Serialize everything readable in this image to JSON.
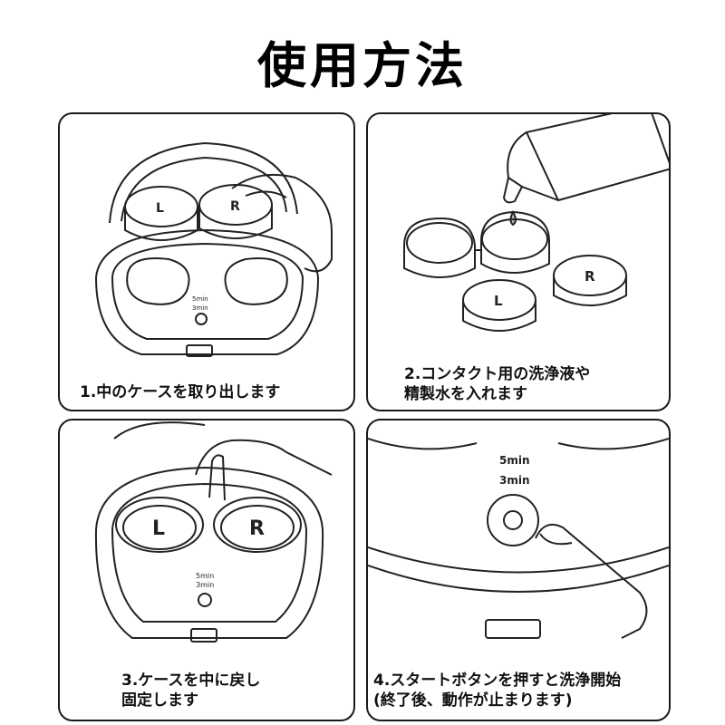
{
  "title": "使用方法",
  "steps": [
    {
      "lines": [
        "1.中のケースを取り出します"
      ]
    },
    {
      "lines": [
        "2.コンタクト用の洗浄液や",
        "精製水を入れます"
      ]
    },
    {
      "lines": [
        "3.ケースを中に戻し",
        "固定します"
      ]
    },
    {
      "lines": [
        "4.スタートボタンを押すと洗浄開始",
        "(終了後、動作が止まります)"
      ]
    }
  ],
  "lens_labels": {
    "left": "L",
    "right": "R"
  },
  "timer_labels": [
    "5min",
    "3min"
  ]
}
